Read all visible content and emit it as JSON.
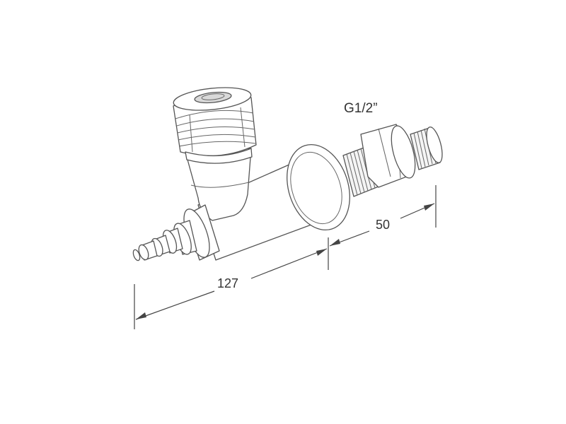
{
  "labels": {
    "thread": "G1/2”",
    "length_total": "127",
    "length_thread": "50"
  },
  "colors": {
    "line": "#555555",
    "fill": "#ffffff",
    "shade": "#ececec",
    "text": "#333333"
  }
}
